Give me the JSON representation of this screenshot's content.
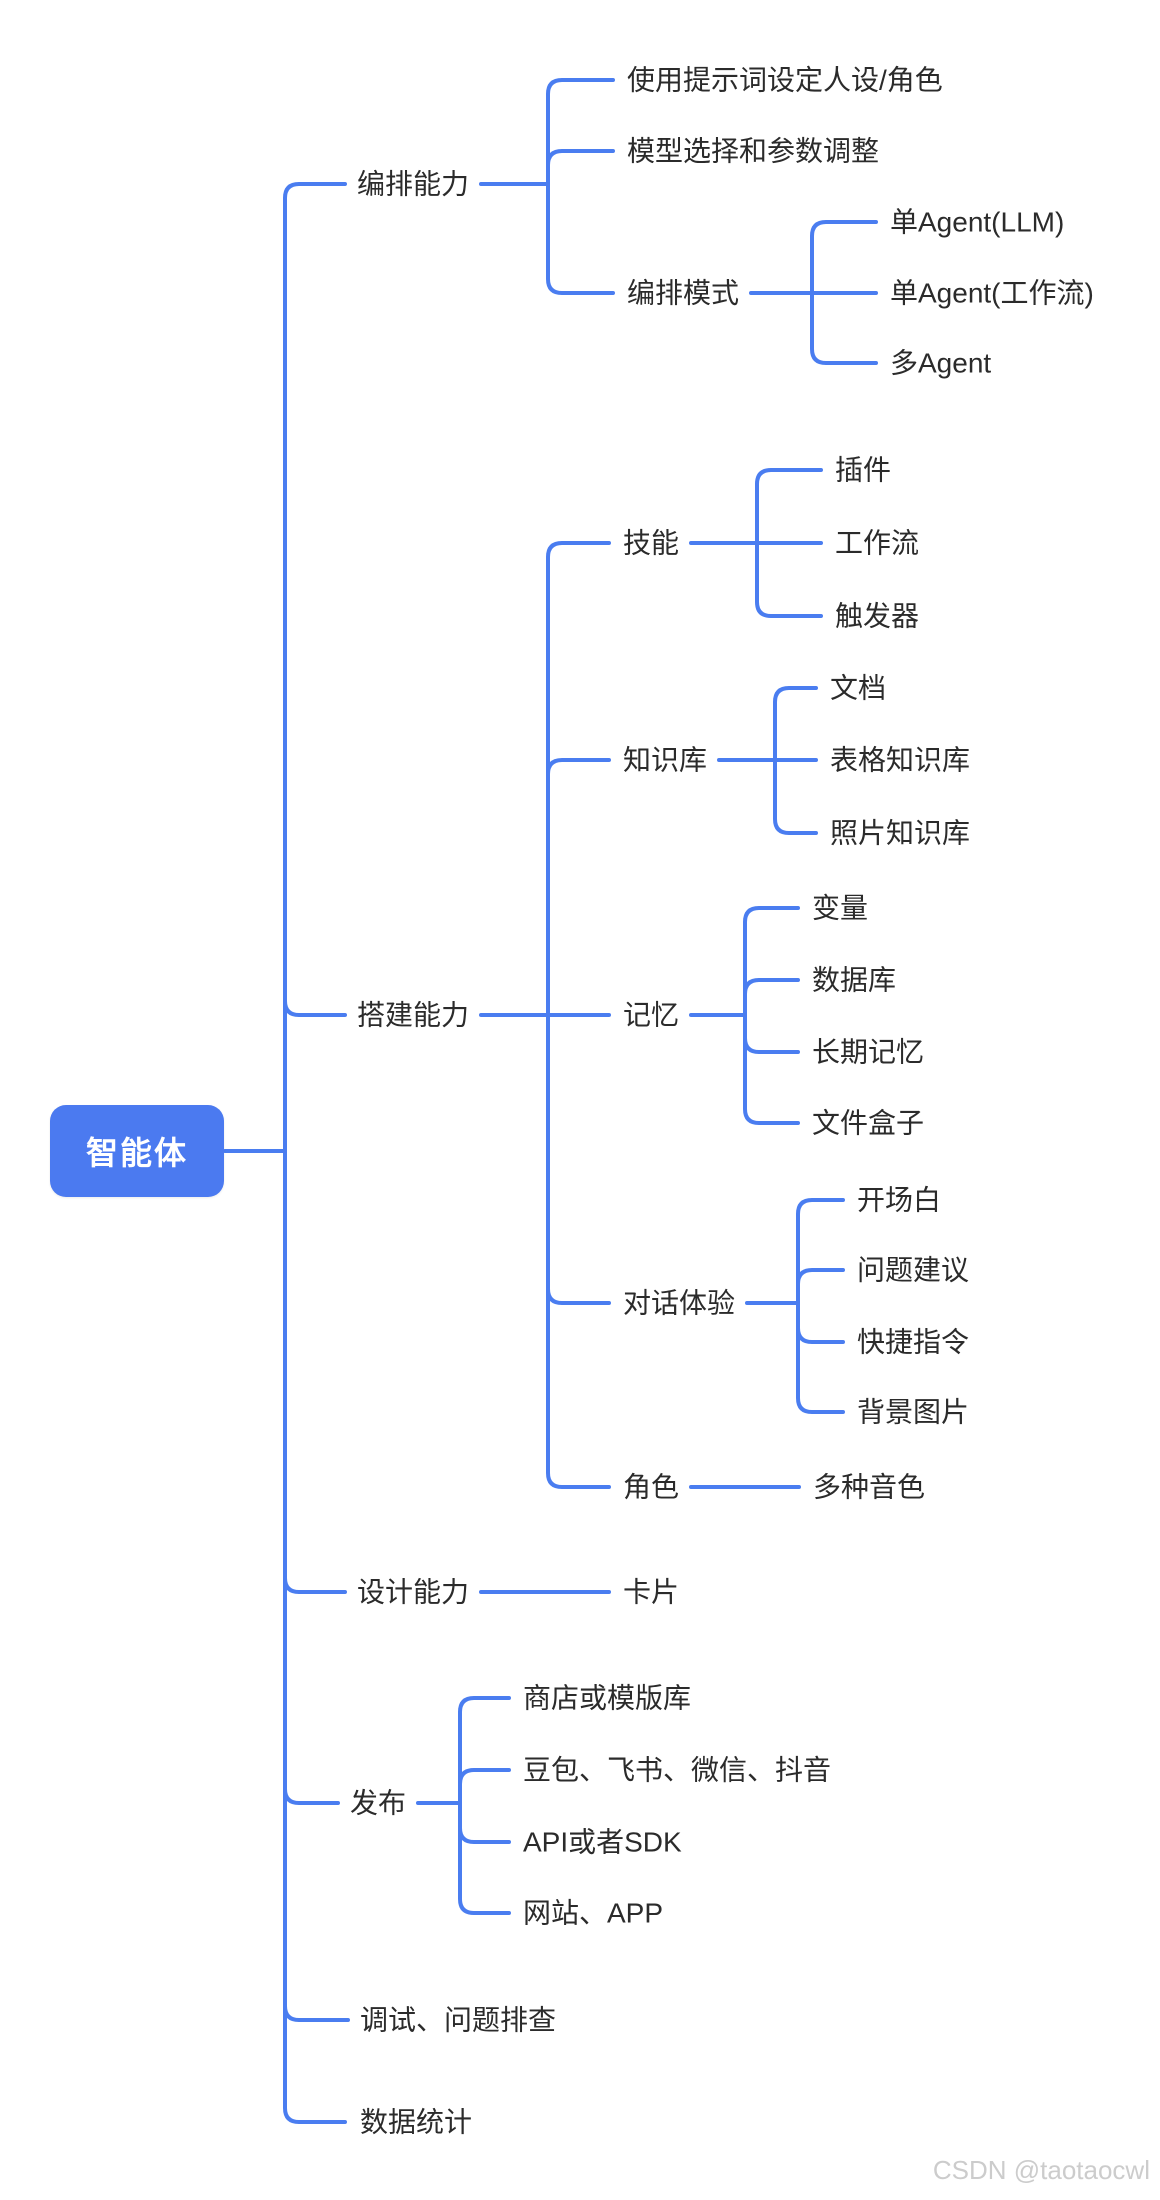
{
  "mindmap": {
    "root": {
      "label": "智能体"
    },
    "branches": [
      {
        "label": "编排能力",
        "children": [
          {
            "label": "使用提示词设定人设/角色"
          },
          {
            "label": "模型选择和参数调整"
          },
          {
            "label": "编排模式",
            "children": [
              {
                "label": "单Agent(LLM)"
              },
              {
                "label": "单Agent(工作流)"
              },
              {
                "label": "多Agent"
              }
            ]
          }
        ]
      },
      {
        "label": "搭建能力",
        "children": [
          {
            "label": "技能",
            "children": [
              {
                "label": "插件"
              },
              {
                "label": "工作流"
              },
              {
                "label": "触发器"
              }
            ]
          },
          {
            "label": "知识库",
            "children": [
              {
                "label": "文档"
              },
              {
                "label": "表格知识库"
              },
              {
                "label": "照片知识库"
              }
            ]
          },
          {
            "label": "记忆",
            "children": [
              {
                "label": "变量"
              },
              {
                "label": "数据库"
              },
              {
                "label": "长期记忆"
              },
              {
                "label": "文件盒子"
              }
            ]
          },
          {
            "label": "对话体验",
            "children": [
              {
                "label": "开场白"
              },
              {
                "label": "问题建议"
              },
              {
                "label": "快捷指令"
              },
              {
                "label": "背景图片"
              }
            ]
          },
          {
            "label": "角色",
            "children": [
              {
                "label": "多种音色"
              }
            ]
          }
        ]
      },
      {
        "label": "设计能力",
        "children": [
          {
            "label": "卡片"
          }
        ]
      },
      {
        "label": "发布",
        "children": [
          {
            "label": "商店或模版库"
          },
          {
            "label": "豆包、飞书、微信、抖音"
          },
          {
            "label": "API或者SDK"
          },
          {
            "label": "网站、APP"
          }
        ]
      },
      {
        "label": "调试、问题排查"
      },
      {
        "label": "数据统计"
      }
    ]
  },
  "watermark": {
    "text": "CSDN @taotaocwl"
  },
  "colors": {
    "line": "#4a7df0",
    "root_bg": "#4b7af0",
    "root_text": "#ffffff",
    "node_text": "#2b2b2b",
    "watermark": "#cccccc",
    "background": "#ffffff"
  }
}
